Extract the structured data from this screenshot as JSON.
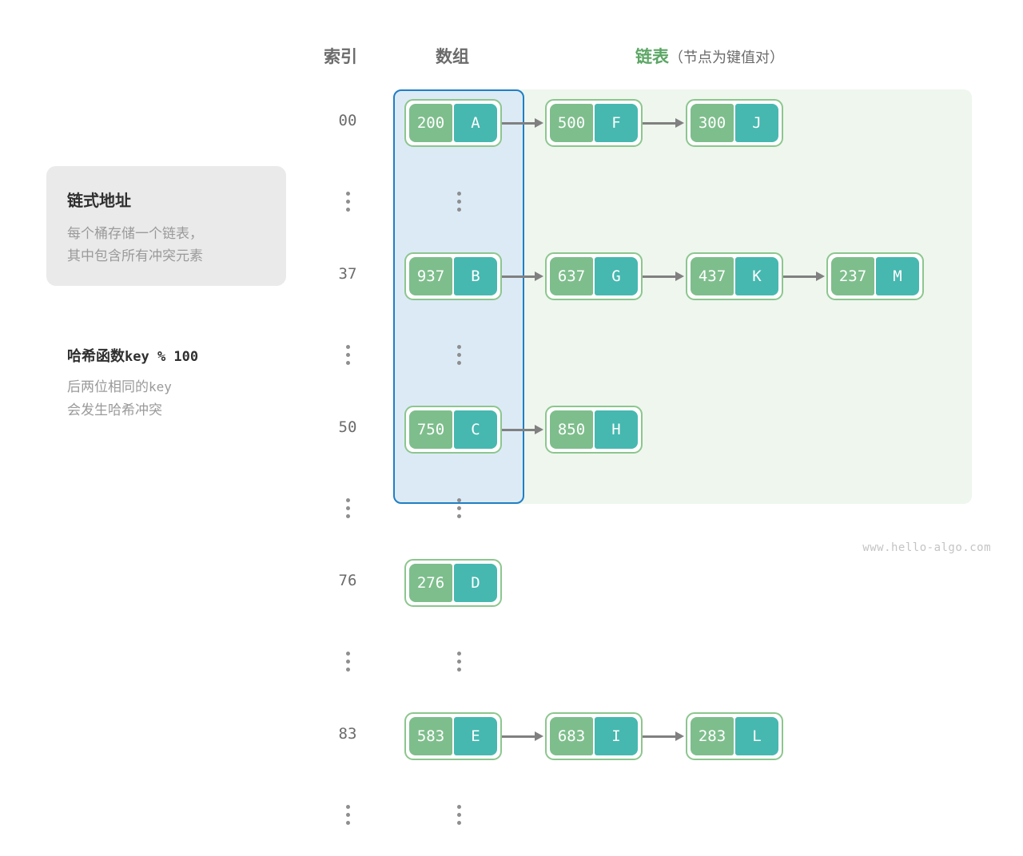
{
  "headers": {
    "index": "索引",
    "array": "数组",
    "list": "链表",
    "list_sub": "（节点为键值对）"
  },
  "card": {
    "title": "链式地址",
    "body": "每个桶存储一个链表，\n其中包含所有冲突元素"
  },
  "note": {
    "title_label": "哈希函数",
    "title_expr": "key % 100",
    "body_line1_cn": "后两位相同的",
    "body_line1_mono": "key",
    "body_line2": "会发生哈希冲突"
  },
  "colors": {
    "key_box": "#7ebe8c",
    "value_box": "#46b8b0",
    "node_border": "#8cc68e",
    "array_panel_bg": "#dceaf6",
    "array_panel_border": "#1f7fc4",
    "list_panel_bg": "#eef6ee",
    "arrow": "#808080",
    "header_accent": "#5ca665",
    "card_bg": "#eaeaea"
  },
  "buckets": [
    {
      "index": "00",
      "nodes": [
        {
          "key": "200",
          "value": "A"
        },
        {
          "key": "500",
          "value": "F"
        },
        {
          "key": "300",
          "value": "J"
        }
      ]
    },
    {
      "index": "37",
      "nodes": [
        {
          "key": "937",
          "value": "B"
        },
        {
          "key": "637",
          "value": "G"
        },
        {
          "key": "437",
          "value": "K"
        },
        {
          "key": "237",
          "value": "M"
        }
      ]
    },
    {
      "index": "50",
      "nodes": [
        {
          "key": "750",
          "value": "C"
        },
        {
          "key": "850",
          "value": "H"
        }
      ]
    },
    {
      "index": "76",
      "nodes": [
        {
          "key": "276",
          "value": "D"
        }
      ]
    },
    {
      "index": "83",
      "nodes": [
        {
          "key": "583",
          "value": "E"
        },
        {
          "key": "683",
          "value": "I"
        },
        {
          "key": "283",
          "value": "L"
        }
      ]
    }
  ],
  "footer": {
    "watermark": "www.hello-algo.com"
  }
}
